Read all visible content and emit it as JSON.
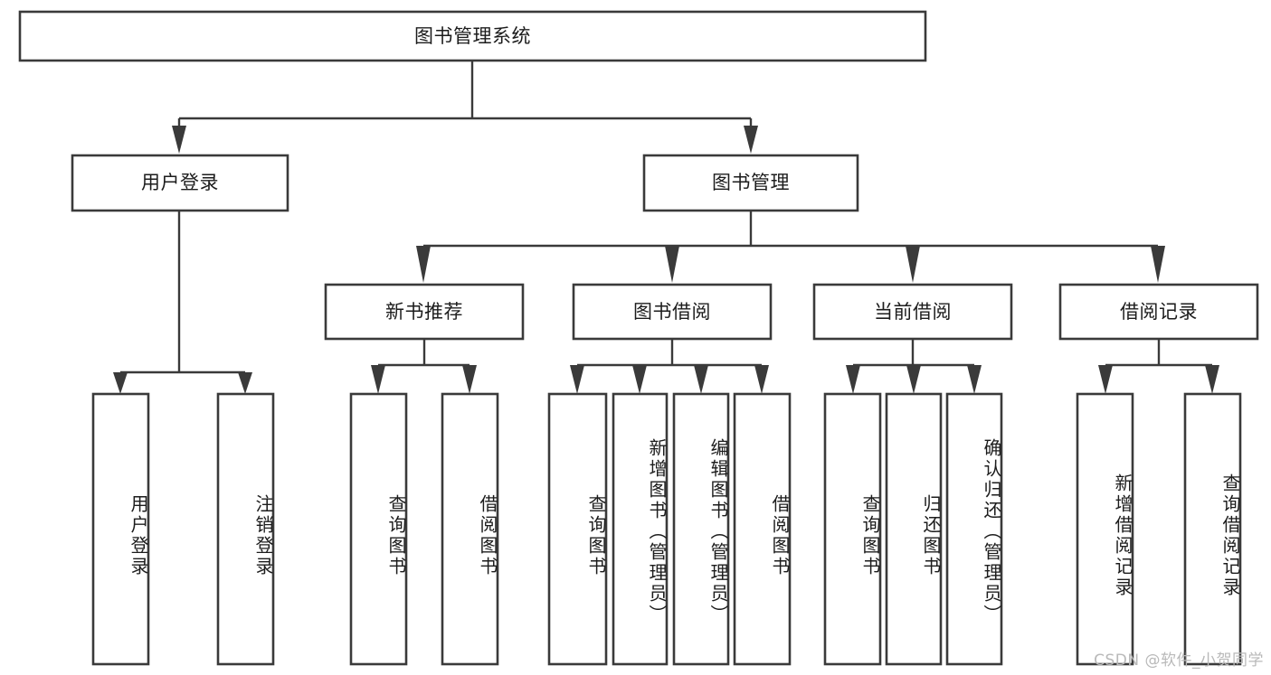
{
  "diagram": {
    "type": "tree-hierarchy",
    "title": "图书管理系统",
    "watermark": "CSDN @软件_小贺同学",
    "colors": {
      "stroke": "#3a3a3a",
      "box_fill": "#ffffff",
      "text": "#1c1c1c",
      "background": "#ffffff",
      "watermark": "#b9b9b9"
    },
    "levels": {
      "root": {
        "label": "图书管理系统"
      },
      "level2": [
        {
          "label": "用户登录"
        },
        {
          "label": "图书管理"
        }
      ],
      "level3": [
        {
          "label": "新书推荐",
          "parent": "图书管理"
        },
        {
          "label": "图书借阅",
          "parent": "图书管理"
        },
        {
          "label": "当前借阅",
          "parent": "图书管理"
        },
        {
          "label": "借阅记录",
          "parent": "图书管理"
        }
      ],
      "leaves": [
        {
          "label": "用户登录",
          "parent": "用户登录"
        },
        {
          "label": "注销登录",
          "parent": "用户登录"
        },
        {
          "label": "查询图书",
          "parent": "新书推荐"
        },
        {
          "label": "借阅图书",
          "parent": "新书推荐"
        },
        {
          "label": "查询图书",
          "parent": "图书借阅"
        },
        {
          "label": "新增图书（管理员）",
          "parent": "图书借阅"
        },
        {
          "label": "编辑图书（管理员）",
          "parent": "图书借阅"
        },
        {
          "label": "借阅图书",
          "parent": "图书借阅"
        },
        {
          "label": "查询图书",
          "parent": "当前借阅"
        },
        {
          "label": "归还图书",
          "parent": "当前借阅"
        },
        {
          "label": "确认归还（管理员）",
          "parent": "当前借阅"
        },
        {
          "label": "新增借阅记录",
          "parent": "借阅记录"
        },
        {
          "label": "查询借阅记录",
          "parent": "借阅记录"
        }
      ]
    }
  }
}
